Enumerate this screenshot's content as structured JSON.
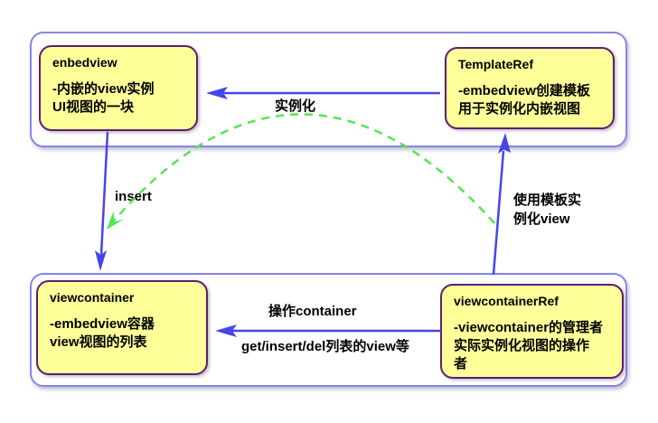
{
  "colors": {
    "node_fill": "#ffff99",
    "node_border": "#5e1d6e",
    "group_border": "#8585e8",
    "arrow_blue": "#4646ea",
    "arrow_green": "#55e455"
  },
  "nodes": {
    "enbedview": {
      "title": "enbedview",
      "lines": [
        "-内嵌的view实例",
        "UI视图的一块"
      ]
    },
    "templateref": {
      "title": "TemplateRef",
      "lines": [
        "-embedview创建模板",
        "用于实例化内嵌视图"
      ]
    },
    "viewcontainer": {
      "title": "viewcontainer",
      "lines": [
        "-embedview容器",
        "view视图的列表"
      ]
    },
    "viewcontainerref": {
      "title": "viewcontainerRef",
      "lines": [
        "-viewcontainer的管理者",
        "实际实例化视图的操作",
        "者"
      ]
    }
  },
  "edges": {
    "instantiate": {
      "label": "实例化"
    },
    "insert": {
      "label": "insert"
    },
    "use_template": {
      "lines": [
        "使用模板实",
        "例化view"
      ]
    },
    "operate": {
      "label": "操作container",
      "detail": "get/insert/del列表的view等"
    }
  }
}
